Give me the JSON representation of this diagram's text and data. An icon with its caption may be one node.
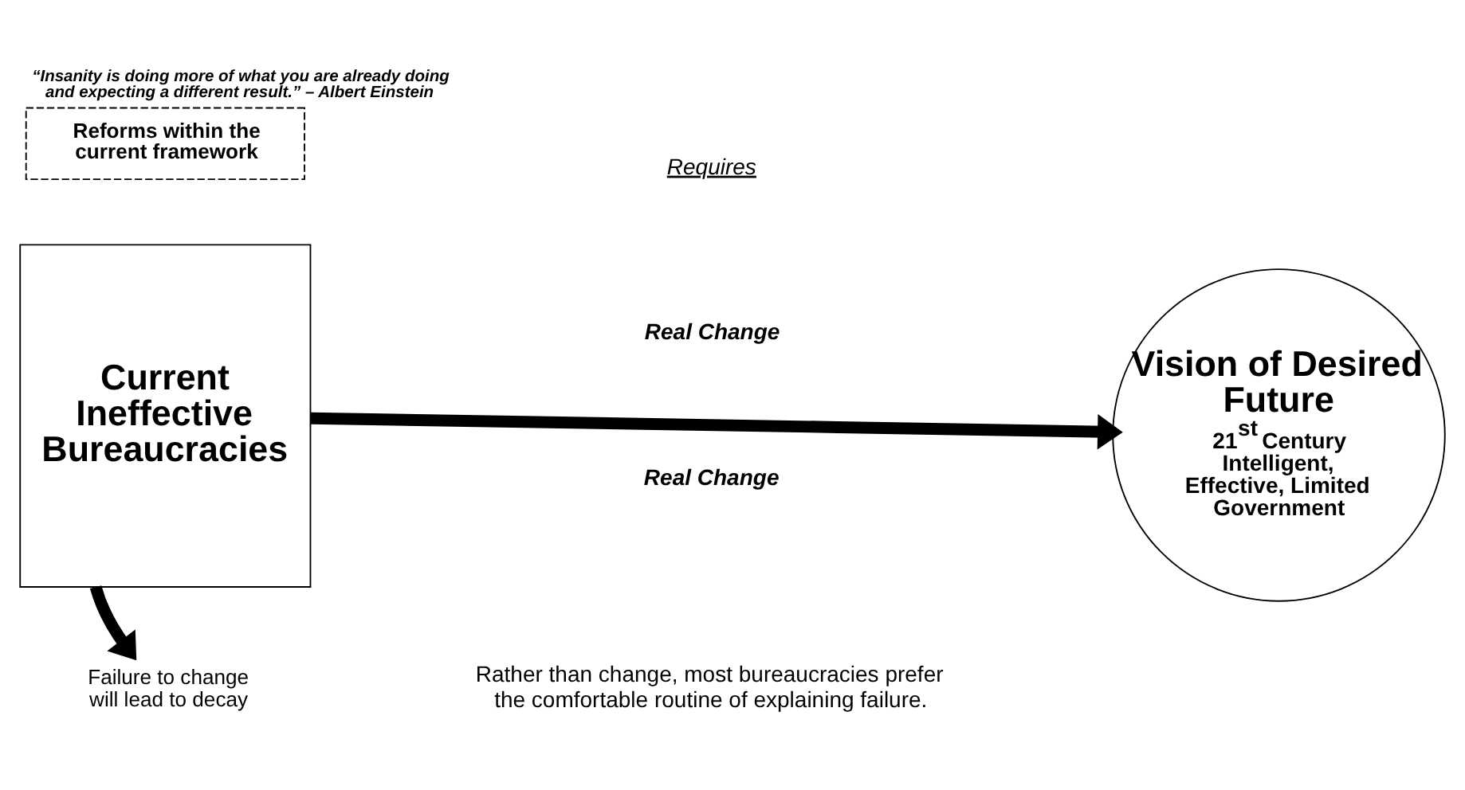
{
  "diagram": {
    "title": "“Insanity is doing more of what you are already doing and expecting a different result.” – Albert Einstein",
    "nodes": [
      {
        "text": [
          "Current Ineffective Bureaucracies"
        ]
      },
      {
        "text": [
          "Reforms within the current framework"
        ]
      },
      {
        "text": [
          "Vision of Desired Future",
          "21$^{st}$ Century Intelligent, Effective, Limited Government"
        ]
      },
      {
        "text": [
          "Failure to change will lead to decay"
        ]
      }
    ],
    "edges": [
      {
        "from": 0,
        "to": 2,
        "arrow": "to",
        "label": "Real Change"
      },
      {
        "from": 0,
        "to": 3,
        "arrow": "to"
      }
    ],
    "labels": [
      "Requires",
      "Real Change",
      "Rather than change, most bureaucracies prefer the comfortable routine of explaining failure."
    ]
  }
}
